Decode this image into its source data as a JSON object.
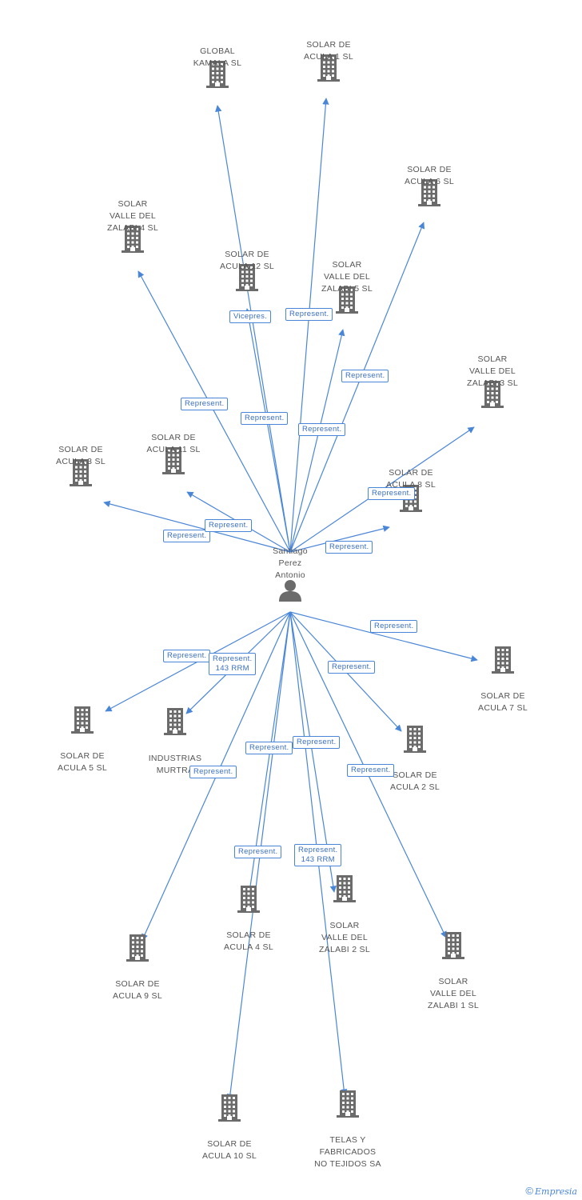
{
  "center": {
    "name_lines": [
      "Santiago",
      "Perez",
      "Antonio"
    ],
    "icon": "person-icon"
  },
  "companies": [
    {
      "id": "global-kamala",
      "lines": [
        "GLOBAL",
        "KAMALA SL"
      ],
      "icon": "building-icon"
    },
    {
      "id": "acula-1",
      "lines": [
        "SOLAR DE",
        "ACULA 1 SL"
      ],
      "icon": "building-icon"
    },
    {
      "id": "acula-6",
      "lines": [
        "SOLAR DE",
        "ACULA 6 SL"
      ],
      "icon": "building-icon"
    },
    {
      "id": "zalabi-4",
      "lines": [
        "SOLAR",
        "VALLE DEL",
        "ZALABI 4 SL"
      ],
      "icon": "building-icon"
    },
    {
      "id": "acula-12",
      "lines": [
        "SOLAR DE",
        "ACULA 12 SL"
      ],
      "icon": "building-icon"
    },
    {
      "id": "zalabi-5",
      "lines": [
        "SOLAR",
        "VALLE DEL",
        "ZALABI 5 SL"
      ],
      "icon": "building-icon"
    },
    {
      "id": "zalabi-3",
      "lines": [
        "SOLAR",
        "VALLE DEL",
        "ZALABI 3 SL"
      ],
      "icon": "building-icon"
    },
    {
      "id": "acula-3",
      "lines": [
        "SOLAR DE",
        "ACULA 3 SL"
      ],
      "icon": "building-icon"
    },
    {
      "id": "acula-11",
      "lines": [
        "SOLAR DE",
        "ACULA 11 SL"
      ],
      "icon": "building-icon"
    },
    {
      "id": "acula-8",
      "lines": [
        "SOLAR DE",
        "ACULA 8 SL"
      ],
      "icon": "building-icon"
    },
    {
      "id": "acula-7",
      "lines": [
        "SOLAR DE",
        "ACULA 7 SL"
      ],
      "icon": "building-icon"
    },
    {
      "id": "acula-5",
      "lines": [
        "SOLAR DE",
        "ACULA 5 SL"
      ],
      "icon": "building-icon"
    },
    {
      "id": "industrias-murtra",
      "lines": [
        "INDUSTRIAS",
        "MURTRA"
      ],
      "icon": "building-icon"
    },
    {
      "id": "acula-2",
      "lines": [
        "SOLAR DE",
        "ACULA 2 SL"
      ],
      "icon": "building-icon"
    },
    {
      "id": "acula-4",
      "lines": [
        "SOLAR DE",
        "ACULA 4 SL"
      ],
      "icon": "building-icon"
    },
    {
      "id": "zalabi-2",
      "lines": [
        "SOLAR",
        "VALLE DEL",
        "ZALABI 2 SL"
      ],
      "icon": "building-icon"
    },
    {
      "id": "acula-9",
      "lines": [
        "SOLAR DE",
        "ACULA 9 SL"
      ],
      "icon": "building-icon"
    },
    {
      "id": "zalabi-1",
      "lines": [
        "SOLAR",
        "VALLE DEL",
        "ZALABI 1 SL"
      ],
      "icon": "building-icon"
    },
    {
      "id": "acula-10",
      "lines": [
        "SOLAR DE",
        "ACULA 10 SL"
      ],
      "icon": "building-icon"
    },
    {
      "id": "telas",
      "lines": [
        "TELAS Y",
        "FABRICADOS",
        "NO TEJIDOS SA"
      ],
      "icon": "building-icon"
    }
  ],
  "relations": [
    {
      "to": "global-kamala",
      "label": "Vicepres."
    },
    {
      "to": "acula-1",
      "label": "Represent."
    },
    {
      "to": "acula-6",
      "label": "Represent."
    },
    {
      "to": "zalabi-4",
      "label": "Represent."
    },
    {
      "to": "acula-12",
      "label": "Represent."
    },
    {
      "to": "zalabi-5",
      "label": "Represent."
    },
    {
      "to": "zalabi-3",
      "label": "Represent."
    },
    {
      "to": "acula-3",
      "label": "Represent."
    },
    {
      "to": "acula-11",
      "label": "Represent."
    },
    {
      "to": "acula-8",
      "label": "Represent."
    },
    {
      "to": "acula-7",
      "label": "Represent."
    },
    {
      "to": "acula-5",
      "label": "Represent."
    },
    {
      "to": "industrias-murtra",
      "label": "Represent.\n143 RRM"
    },
    {
      "to": "acula-2",
      "label": "Represent."
    },
    {
      "to": "acula-4",
      "label": "Represent."
    },
    {
      "to": "zalabi-2",
      "label": "Represent."
    },
    {
      "to": "acula-9",
      "label": "Represent."
    },
    {
      "to": "zalabi-1",
      "label": "Represent."
    },
    {
      "to": "acula-10",
      "label": "Represent."
    },
    {
      "to": "telas",
      "label": "Represent.\n143 RRM"
    }
  ],
  "colors": {
    "edge": "#4a86d8",
    "icon": "#6b6b6b",
    "label_text": "#555555"
  },
  "watermark": {
    "symbol": "©",
    "brand": "Empresia"
  }
}
